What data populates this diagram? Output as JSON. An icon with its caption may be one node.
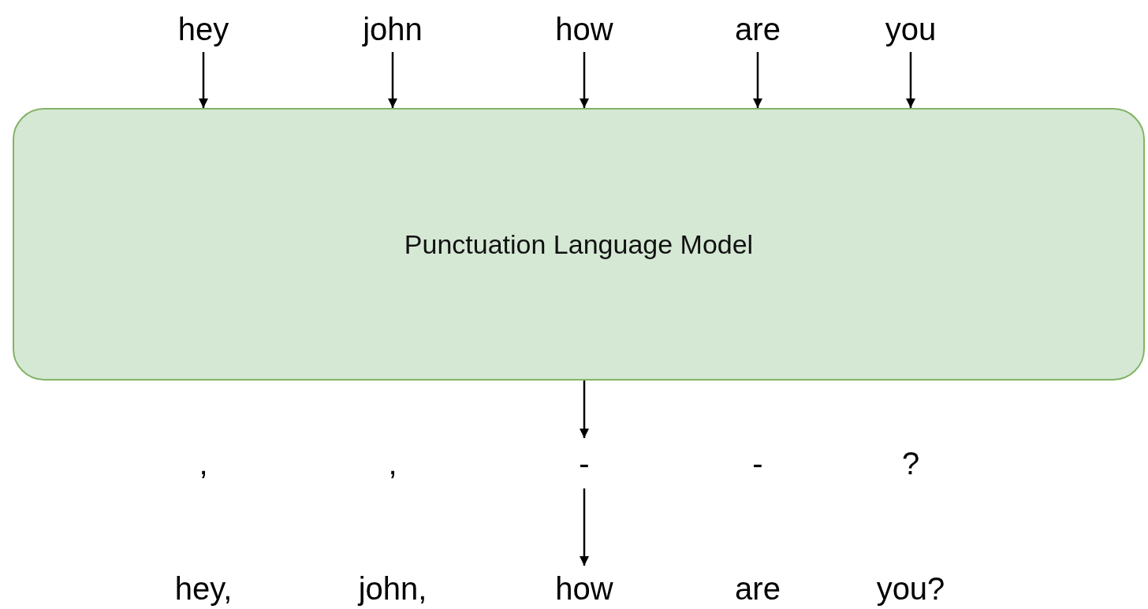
{
  "diagram": {
    "nodes": [
      {
        "text": [
          "hey"
        ]
      },
      {
        "text": [
          "john"
        ]
      },
      {
        "text": [
          "how"
        ]
      },
      {
        "text": [
          "are"
        ]
      },
      {
        "text": [
          "you"
        ]
      },
      {
        "text": [
          "Punctuation Language Model"
        ]
      },
      {
        "text": [
          ","
        ]
      },
      {
        "text": [
          ","
        ]
      },
      {
        "text": [
          "-"
        ]
      },
      {
        "text": [
          "-"
        ]
      },
      {
        "text": [
          "?"
        ]
      },
      {
        "text": [
          "hey,"
        ]
      },
      {
        "text": [
          "john,"
        ]
      },
      {
        "text": [
          "how"
        ]
      },
      {
        "text": [
          "are"
        ]
      },
      {
        "text": [
          "you?"
        ]
      }
    ],
    "edges": [
      {
        "from": 0,
        "to": 5,
        "arrow": "to"
      },
      {
        "from": 1,
        "to": 5,
        "arrow": "to"
      },
      {
        "from": 2,
        "to": 5,
        "arrow": "to"
      },
      {
        "from": 3,
        "to": 5,
        "arrow": "to"
      },
      {
        "from": 4,
        "to": 5,
        "arrow": "to"
      },
      {
        "from": 5,
        "to": 8,
        "arrow": "to"
      },
      {
        "from": 8,
        "to": 13,
        "arrow": "to"
      }
    ]
  }
}
